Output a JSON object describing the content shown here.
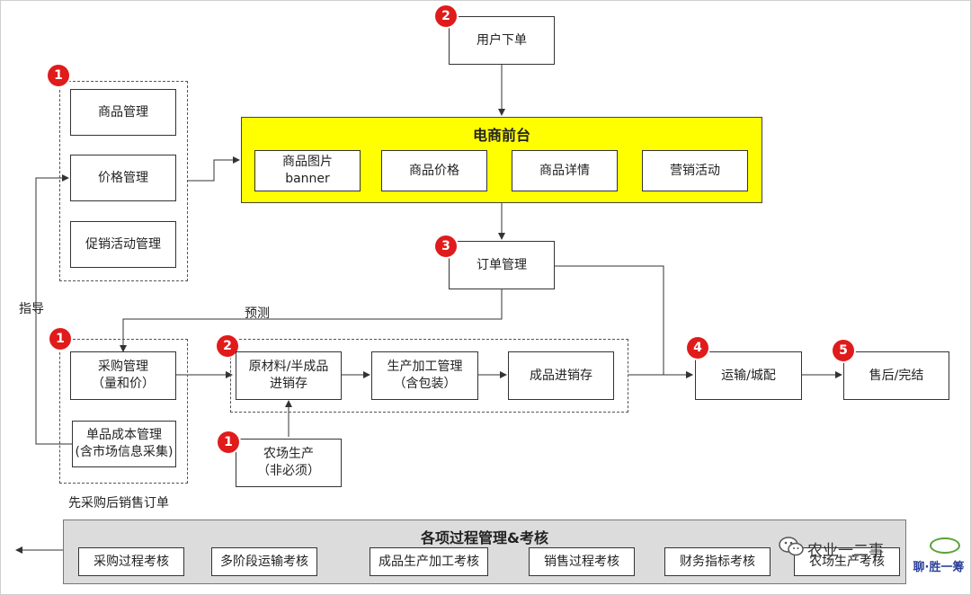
{
  "badges": {
    "b_user": "2",
    "b_goods": "1",
    "b_order": "3",
    "b_purchase": "1",
    "b_process": "2",
    "b_farm": "1",
    "b_transport": "4",
    "b_aftersale": "5"
  },
  "top": {
    "user_order": "用户下单"
  },
  "goods_group": {
    "goods_mgmt": "商品管理",
    "price_mgmt": "价格管理",
    "promo_mgmt": "促销活动管理"
  },
  "ecommerce": {
    "title": "电商前台",
    "items": [
      "商品图片\nbanner",
      "商品价格",
      "商品详情",
      "营销活动"
    ]
  },
  "order": {
    "order_mgmt": "订单管理",
    "forecast_label": "预测",
    "guide_label": "指导"
  },
  "purchase_group": {
    "purchase_mgmt": "采购管理\n（量和价）",
    "unit_cost": "单品成本管理\n(含市场信息采集)",
    "caption": "先采购后销售订单"
  },
  "production": {
    "raw_material": "原材料/半成品\n进销存",
    "processing": "生产加工管理\n（含包装）",
    "finished": "成品进销存"
  },
  "farm": {
    "farm_production": "农场生产\n（非必须）"
  },
  "logistics": {
    "transport": "运输/城配",
    "aftersale": "售后/完结"
  },
  "assessment": {
    "title": "各项过程管理&考核",
    "items": [
      "采购过程考核",
      "多阶段运输考核",
      "成品生产加工考核",
      "销售过程考核",
      "财务指标考核",
      "农场生产考核"
    ]
  },
  "watermark": {
    "text": "农业一二事",
    "logo_text": "聊·胜一筹"
  },
  "colors": {
    "badge": "#e01b1b",
    "ecommerce_bg": "#ffff00",
    "assessment_bg": "#dcdcdc"
  }
}
